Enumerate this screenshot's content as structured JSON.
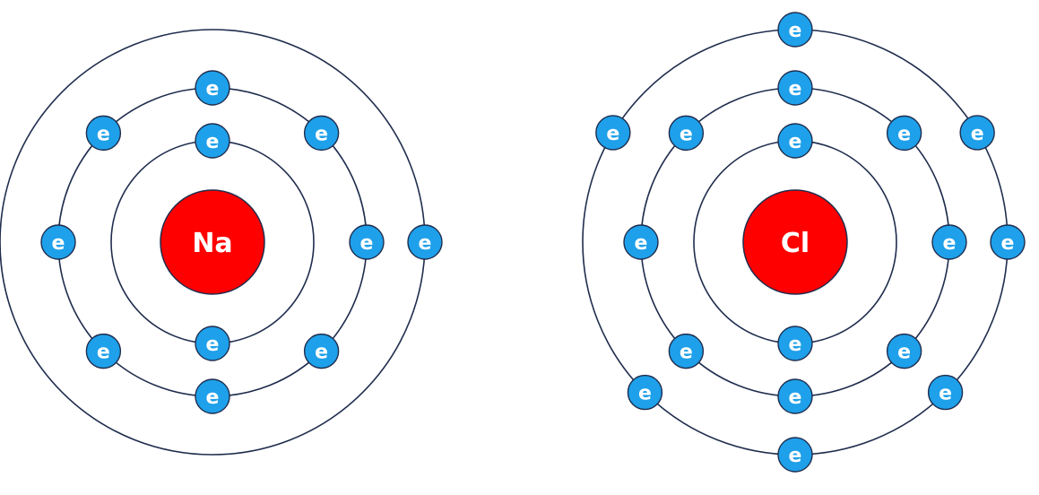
{
  "colors": {
    "orbit": "#1f2d4d",
    "nucleus_fill": "#ff0000",
    "nucleus_stroke": "#1f2d4d",
    "electron_fill": "#1ea0ea",
    "electron_stroke": "#1f2d4d",
    "text": "#ffffff",
    "background": "#ffffff"
  },
  "atoms": [
    {
      "symbol": "Na",
      "electron_label": "e",
      "shells": [
        {
          "electrons": 2
        },
        {
          "electrons": 8
        },
        {
          "electrons": 1
        }
      ]
    },
    {
      "symbol": "Cl",
      "electron_label": "e",
      "shells": [
        {
          "electrons": 2
        },
        {
          "electrons": 8
        },
        {
          "electrons": 7
        }
      ]
    }
  ]
}
